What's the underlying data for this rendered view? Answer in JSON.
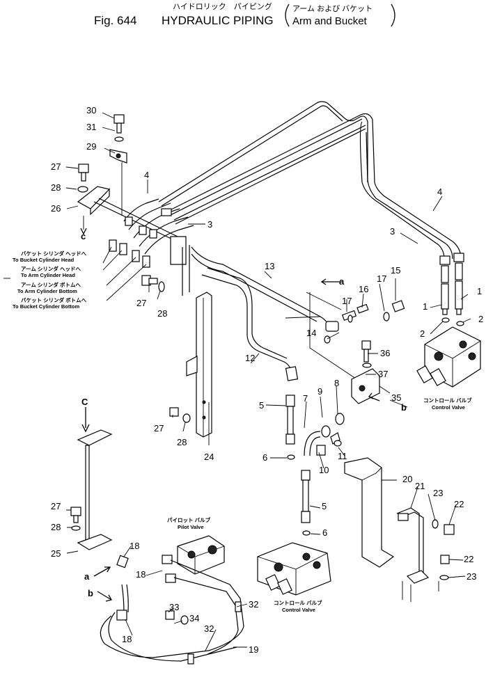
{
  "header": {
    "fig": "Fig. 644",
    "jp_title": "ハイドロリック　パイピング",
    "en_title": "HYDRAULIC PIPING",
    "jp_sub": "アーム および バケット",
    "en_sub": "Arm and Bucket"
  },
  "callouts": [
    "1",
    "2",
    "3",
    "4",
    "5",
    "6",
    "7",
    "8",
    "9",
    "10",
    "11",
    "12",
    "13",
    "14",
    "15",
    "16",
    "17",
    "18",
    "19",
    "20",
    "21",
    "22",
    "23",
    "24",
    "25",
    "26",
    "27",
    "28",
    "29",
    "30",
    "31",
    "32",
    "33",
    "34",
    "35",
    "36",
    "37"
  ],
  "letters": {
    "a": "a",
    "b": "b",
    "c": "c",
    "C": "C"
  },
  "notes": {
    "n1_jp": "バケット シリンダ ヘッドへ",
    "n1_en": "To Bucket Cylinder Head",
    "n2_jp": "アーム シリンダ ヘッドへ",
    "n2_en": "To Arm Cylinder Head",
    "n3_jp": "アーム シリンダ ボトムへ",
    "n3_en": "To Arm Cylinder Bottom",
    "n4_jp": "バケット シリンダ ボトムへ",
    "n4_en": "To Bucket Cylinder Bottom",
    "cv1_jp": "コントロール バルブ",
    "cv1_en": "Control Valve",
    "cv2_jp": "コントロール バルブ",
    "cv2_en": "Control Valve",
    "pv_jp": "パイロット バルブ",
    "pv_en": "Pilot Valve"
  }
}
